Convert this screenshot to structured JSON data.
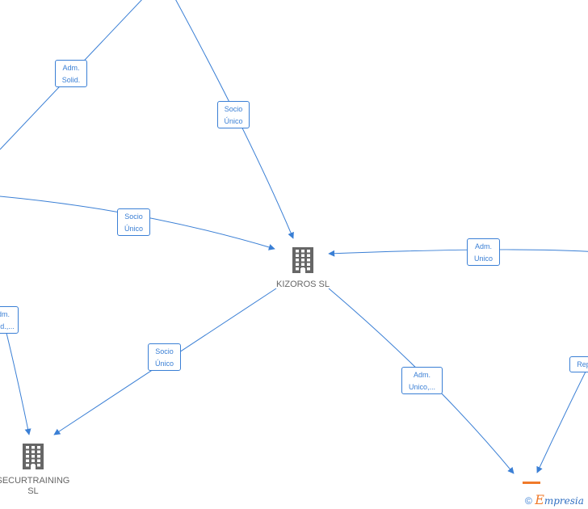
{
  "colors": {
    "edge": "#3a7fd5",
    "node_icon": "#666666",
    "node_label": "#666666",
    "highlight": "#f07a2a"
  },
  "nodes": [
    {
      "id": "kizoros",
      "label_lines": [
        "KIZOROS  SL"
      ],
      "icon": "building-icon"
    },
    {
      "id": "securtraining",
      "label_lines": [
        "SECURTRAINING",
        "SL"
      ],
      "icon": "building-icon"
    }
  ],
  "edges": [
    {
      "id": "e1",
      "label_lines": [
        "Adm.",
        "Solid."
      ]
    },
    {
      "id": "e2",
      "label_lines": [
        "Socio",
        "Único"
      ]
    },
    {
      "id": "e3",
      "label_lines": [
        "Socio",
        "Único"
      ]
    },
    {
      "id": "e4",
      "label_lines": [
        "Adm.",
        "Unico"
      ]
    },
    {
      "id": "e5",
      "label_lines": [
        "Adm.",
        "Unico,..."
      ]
    },
    {
      "id": "e6",
      "label_lines": [
        "Socio",
        "Único"
      ]
    },
    {
      "id": "e7",
      "label_lines": [
        "Adm.",
        "Solid.,..."
      ]
    },
    {
      "id": "e8",
      "label_lines": [
        "Repr."
      ]
    }
  ],
  "brand": {
    "copyright": "©",
    "first_letter": "E",
    "rest": "mpresia"
  }
}
